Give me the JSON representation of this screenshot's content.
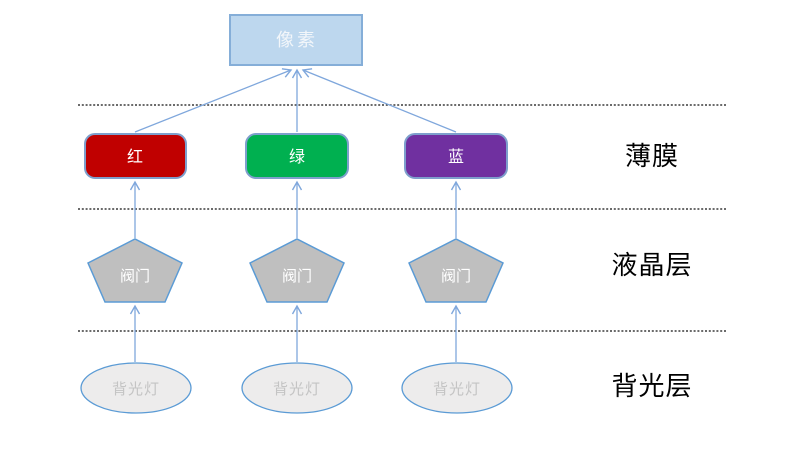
{
  "nodes": {
    "pixel": {
      "label": "像素"
    },
    "film": [
      {
        "label": "红",
        "color": "#C00000"
      },
      {
        "label": "绿",
        "color": "#00B050"
      },
      {
        "label": "蓝",
        "color": "#7030A0"
      }
    ],
    "valves": [
      {
        "label": "阀门"
      },
      {
        "label": "阀门"
      },
      {
        "label": "阀门"
      }
    ],
    "backlights": [
      {
        "label": "背光灯"
      },
      {
        "label": "背光灯"
      },
      {
        "label": "背光灯"
      }
    ]
  },
  "layer_labels": [
    {
      "label": "薄膜"
    },
    {
      "label": "液晶层"
    },
    {
      "label": "背光层"
    }
  ],
  "colors": {
    "background": "#FFFFFF",
    "pixel_fill": "#BDD7EE",
    "pixel_border": "#85AED8",
    "pixel_text": "#F2F6FA",
    "film_border": "#7E9FCC",
    "film_text": "#FFFFFF",
    "valve_fill": "#BFBFBF",
    "valve_border": "#5B9BD5",
    "valve_text": "#FFFFFF",
    "backlight_fill": "#EDECEC",
    "backlight_border": "#5B9BD5",
    "backlight_text": "#C4C4C4",
    "arrow": "#7FA7DC",
    "separator": "#3A3A3A",
    "layer_label_text": "#000000"
  }
}
